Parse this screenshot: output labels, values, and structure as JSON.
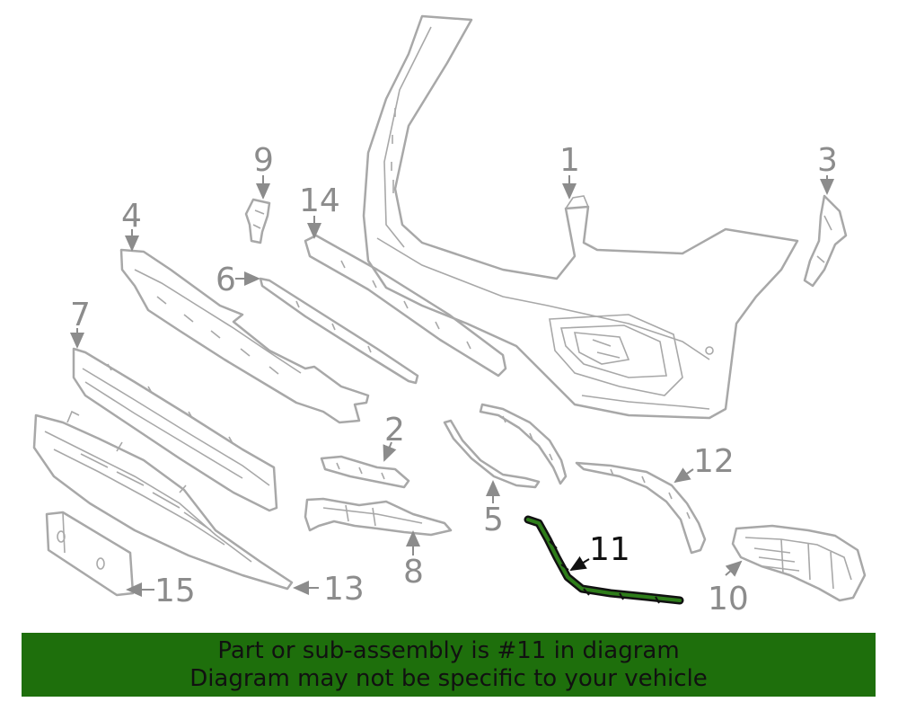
{
  "diagram": {
    "highlighted_callout": "11",
    "callouts": {
      "c1": "1",
      "c2": "2",
      "c3": "3",
      "c4": "4",
      "c5": "5",
      "c6": "6",
      "c7": "7",
      "c8": "8",
      "c9": "9",
      "c10": "10",
      "c11": "11",
      "c12": "12",
      "c13": "13",
      "c14": "14",
      "c15": "15"
    }
  },
  "banner": {
    "line1": "Part or sub-assembly is #11 in diagram",
    "line2": "Diagram may not be specific to your vehicle"
  },
  "colors": {
    "banner_bg": "#1e6f0c",
    "highlight_part": "#2e7d1a",
    "line_art": "#a8a8a8"
  }
}
